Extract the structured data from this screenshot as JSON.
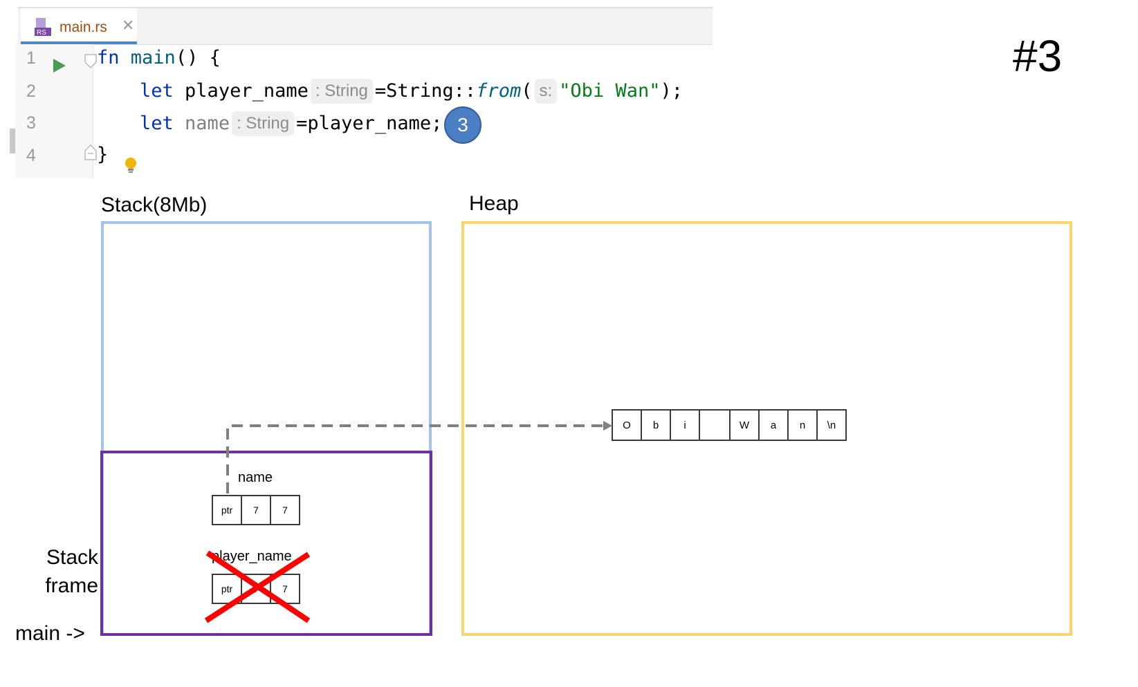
{
  "editor": {
    "tab": {
      "label": "main.rs",
      "icon": "rust-file-icon",
      "badge": "RS"
    },
    "line_numbers": [
      "1",
      "2",
      "3",
      "4"
    ],
    "lines": [
      {
        "kw": "fn",
        "name": "main",
        "rest": "() {"
      },
      {
        "kw": "let",
        "var": "player_name",
        "type_hint": ": String",
        "eq": "=String::",
        "call": "from",
        "paren": "(",
        "param_hint": "s:",
        "arg": "\"Obi Wan\"",
        "end": ");"
      },
      {
        "kw": "let",
        "var": "name",
        "type_hint": ": String",
        "eq": "=player_name;"
      },
      {
        "text": "}"
      }
    ],
    "step_badge": "3"
  },
  "slide_number": "#3",
  "diagram": {
    "stack_title": "Stack(8Mb)",
    "heap_title": "Heap",
    "stack_frame_label": [
      "Stack",
      "frame"
    ],
    "main_label": "main ->",
    "colors": {
      "stack": "#a3c4e6",
      "heap": "#fad56b",
      "frame": "#7030a0",
      "cross": "#ff0000",
      "pointer": "#7f7f7f"
    },
    "variables": [
      {
        "name": "name",
        "cells": [
          "ptr",
          "7",
          "7"
        ],
        "dropped": false
      },
      {
        "name": "player_name",
        "cells": [
          "ptr",
          "7",
          "7"
        ],
        "dropped": true
      }
    ],
    "heap_bytes": [
      "O",
      "b",
      "i",
      "",
      "W",
      "a",
      "n",
      "\\n"
    ]
  }
}
